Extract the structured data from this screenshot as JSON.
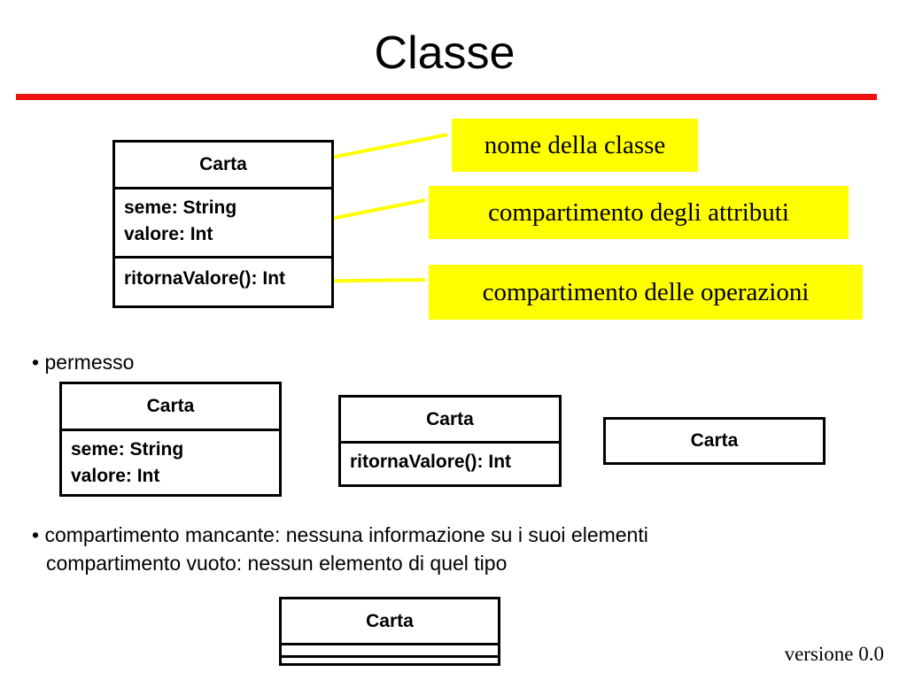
{
  "slide": {
    "title": "Classe",
    "version": "versione 0.0",
    "accent_color": "#ee1111",
    "callout_color": "#ffff00"
  },
  "main_diagram": {
    "class_name": "Carta",
    "attributes": [
      "seme: String",
      "valore: Int"
    ],
    "operations": [
      "ritornaValore(): Int"
    ]
  },
  "callouts": {
    "name": "nome della classe",
    "attributes": "compartimento degli attributi",
    "operations": "compartimento delle operazioni"
  },
  "permitted": {
    "bullet": "• permesso",
    "examples": [
      {
        "class_name": "Carta",
        "attributes": [
          "seme: String",
          "valore: Int"
        ]
      },
      {
        "class_name": "Carta",
        "operations": [
          "ritornaValore(): Int"
        ]
      },
      {
        "class_name": "Carta"
      }
    ]
  },
  "notes": {
    "line1": "• compartimento mancante: nessuna informazione su i suoi elementi",
    "line2": "compartimento vuoto: nessun elemento di quel tipo"
  },
  "empty_example": {
    "class_name": "Carta"
  }
}
